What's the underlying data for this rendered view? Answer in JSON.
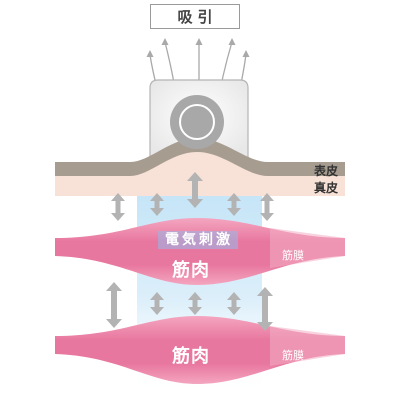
{
  "labels": {
    "suction": "吸引",
    "epidermis": "表皮",
    "dermis": "真皮",
    "electrical_stimulation": "電気刺激",
    "muscle_top": "筋肉",
    "muscle_bottom": "筋肉",
    "fascia_top": "筋膜",
    "fascia_bottom": "筋膜"
  },
  "colors": {
    "epidermis": "#a69d90",
    "dermis": "#f8e1d6",
    "muscle": "#e8779f",
    "fascia_edge": "#f3aec5",
    "stimulation_glow": "#9fd4f3",
    "arrow": "#a9a9a9"
  },
  "icons": {
    "suction_arrows": "arrow-up-icon",
    "layer_arrows": "double-arrow-icon"
  }
}
